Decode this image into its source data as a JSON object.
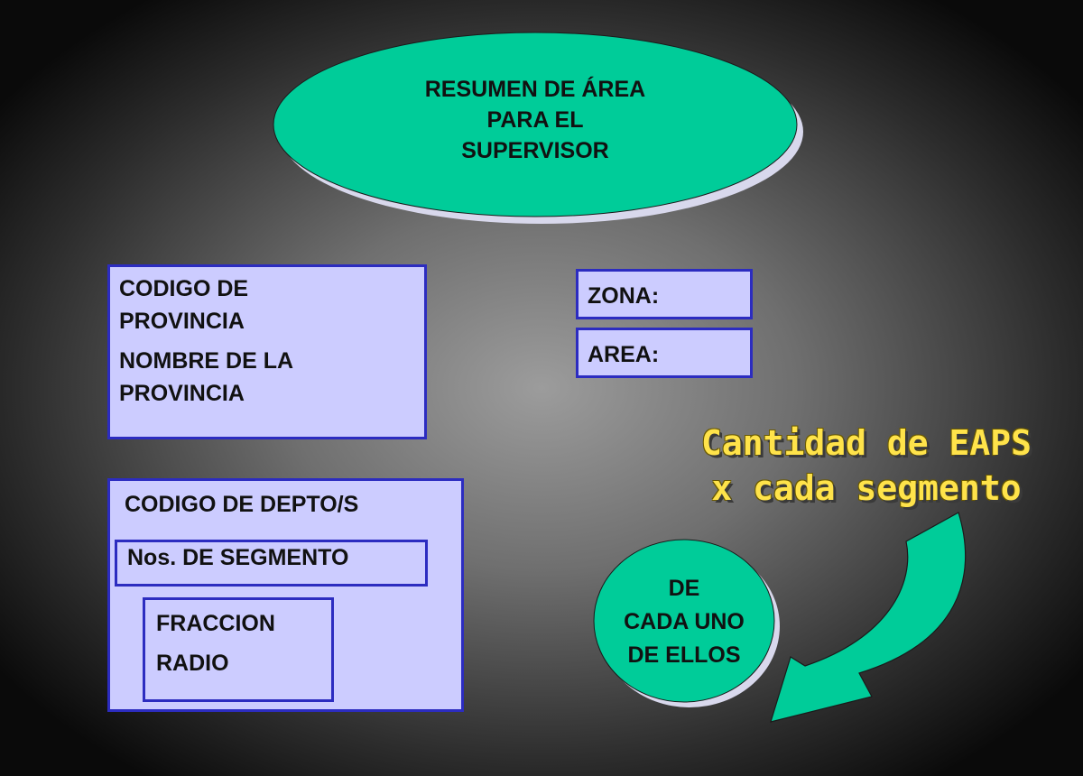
{
  "title_ellipse": {
    "lines": [
      "RESUMEN DE ÁREA",
      "PARA EL",
      "SUPERVISOR"
    ]
  },
  "provincia_box": {
    "codigo": [
      "CODIGO DE",
      "PROVINCIA"
    ],
    "nombre": [
      "NOMBRE DE LA",
      "PROVINCIA"
    ]
  },
  "zona_box": {
    "label": "ZONA:"
  },
  "area_box": {
    "label": "AREA:"
  },
  "depto_box": {
    "label": "CODIGO DE DEPTO/S"
  },
  "segmento_box": {
    "label": "Nos.  DE SEGMENTO"
  },
  "fraccion_box": {
    "fraccion": "FRACCION",
    "radio": "RADIO"
  },
  "callout": {
    "lines": [
      "Cantidad de EAPS",
      "x cada segmento"
    ]
  },
  "small_ellipse": {
    "lines": [
      "DE",
      "CADA UNO",
      "DE ELLOS"
    ]
  },
  "colors": {
    "ellipse_fill": "#00cc99",
    "box_fill": "#ccccff",
    "box_border": "#2c2cc0",
    "callout_text": "#ffe34a"
  }
}
